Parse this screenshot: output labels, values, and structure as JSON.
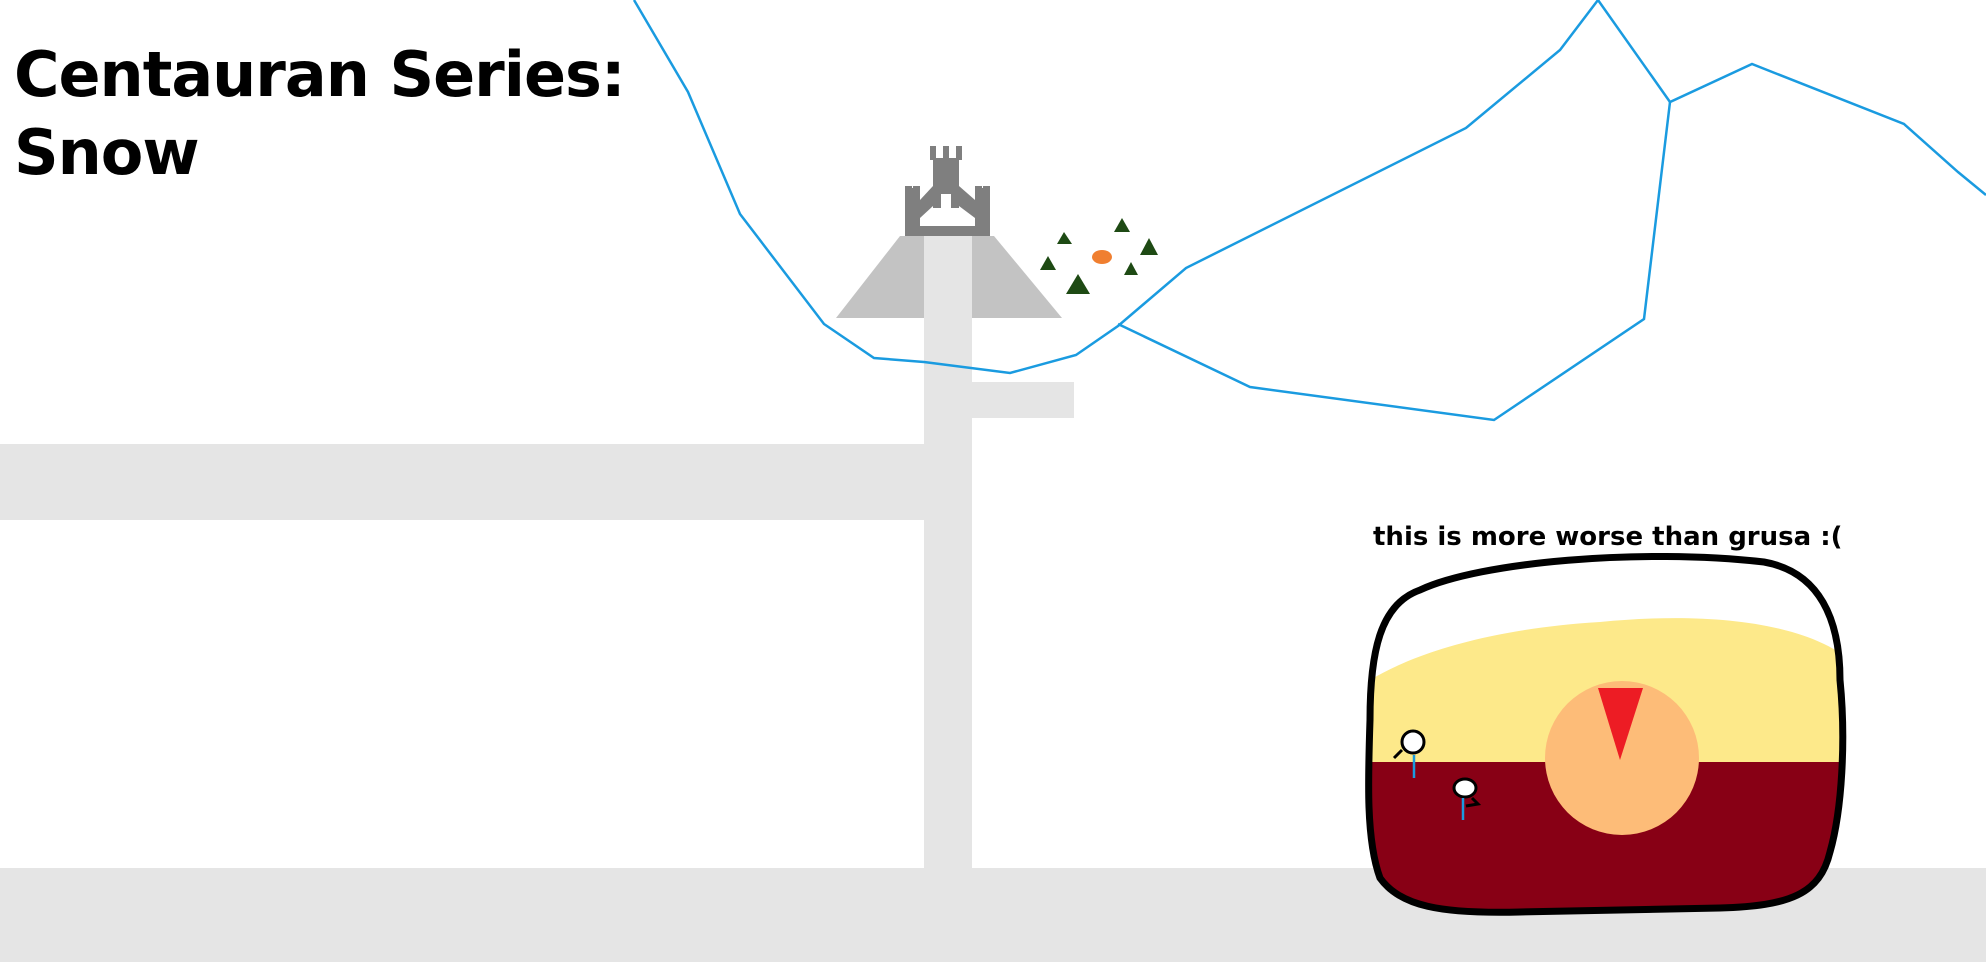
{
  "title": {
    "line1": "Centauran Series:",
    "line2": "Snow"
  },
  "caption": "this is more worse than grusa :(",
  "colors": {
    "background": "#ffffff",
    "snow_ground": "#e5e5e5",
    "pipe": "#e5e5e5",
    "mountain_line": "#1a9be0",
    "castle": "#7f7f7f",
    "castle_base": "#c3c3c3",
    "tree": "#1e4a14",
    "town_dot": "#f07f30",
    "ball_top": "#fde98a",
    "ball_bottom": "#880015",
    "ball_outline": "#000000",
    "emblem_circle": "#fdbc78",
    "emblem_triangle": "#ed1c24",
    "snow_cap": "#ffffff",
    "person_stick": "#1a9be0"
  },
  "icons": [
    "castle-icon",
    "tree-icon",
    "town-dot-icon"
  ]
}
